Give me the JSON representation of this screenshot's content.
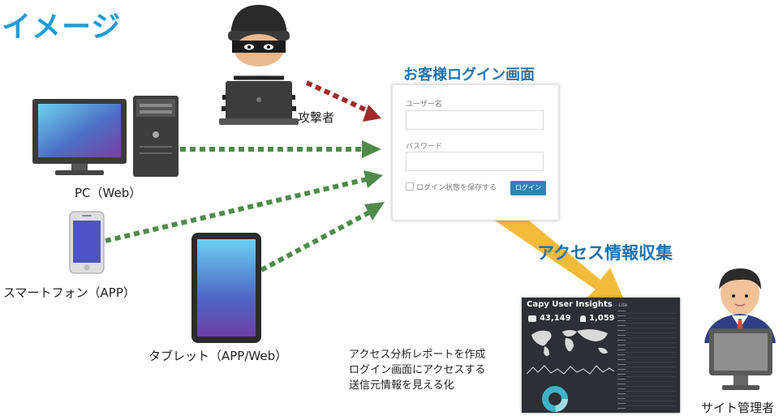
{
  "title": "イメージ",
  "attacker_label": "攻撃者",
  "pc_label": "PC（Web）",
  "smartphone_label": "スマートフォン（APP）",
  "tablet_label": "タブレット（APP/Web）",
  "admin_label": "サイト管理者",
  "login_panel": {
    "title": "お客様ログイン画面",
    "username_label": "ユーザー名",
    "password_label": "パスワード",
    "remember_label": "ログイン状態を保存する",
    "login_button": "ログイン"
  },
  "collect_label": "アクセス情報収集",
  "dashboard": {
    "title": "Capy User Insights",
    "edition": "- Lite",
    "visits": "43,149",
    "users": "1,059"
  },
  "description": [
    "アクセス分析レポートを作成",
    "ログイン画面にアクセスする",
    "送信元情報を見える化"
  ],
  "colors": {
    "title_blue": "#1f9bd7",
    "accent_blue": "#1f72ad",
    "attack_arrow": "#a02a2a",
    "access_arrow": "#4f8b4a",
    "collect_arrow": "#f3bb3c"
  }
}
